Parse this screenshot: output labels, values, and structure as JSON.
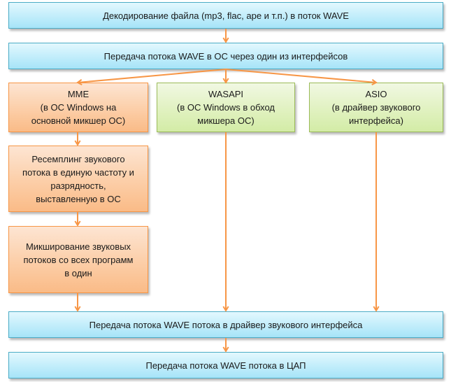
{
  "diagram": {
    "title": "",
    "nodes": {
      "decode": {
        "label": "Декодирование файла (mp3, flac, ape и т.п.) в поток WAVE"
      },
      "transfer_os": {
        "label": "Передача потока WAVE в ОС через один из интерфейсов"
      },
      "mme": {
        "label": "MME\n(в ОС Windows на\nосновной микшер ОС)"
      },
      "wasapi": {
        "label": "WASAPI\n(в ОС Windows в обход\nмикшера ОС)"
      },
      "asio": {
        "label": "ASIO\n(в драйвер звукового\nинтерфейса)"
      },
      "resample": {
        "label": "Ресемплинг звукового\nпотока в единую частоту и\nразрядность,\nвыставленную в ОС"
      },
      "mix": {
        "label": "Микширование звуковых\nпотоков со всех программ\nв один"
      },
      "driver": {
        "label": "Передача потока WAVE потока  в драйвер звукового интерфейса"
      },
      "dac": {
        "label": "Передача потока WAVE потока  в ЦАП"
      }
    },
    "edges": [
      {
        "from": "decode",
        "to": "transfer_os"
      },
      {
        "from": "transfer_os",
        "to": "mme"
      },
      {
        "from": "transfer_os",
        "to": "wasapi"
      },
      {
        "from": "transfer_os",
        "to": "asio"
      },
      {
        "from": "mme",
        "to": "resample"
      },
      {
        "from": "resample",
        "to": "mix"
      },
      {
        "from": "mix",
        "to": "driver"
      },
      {
        "from": "wasapi",
        "to": "driver"
      },
      {
        "from": "asio",
        "to": "driver"
      },
      {
        "from": "driver",
        "to": "dac"
      }
    ],
    "colors": {
      "process_blue": "#4bacc6",
      "mme_orange": "#f79646",
      "bypass_green": "#9bbb59",
      "arrow": "#f79646"
    }
  }
}
